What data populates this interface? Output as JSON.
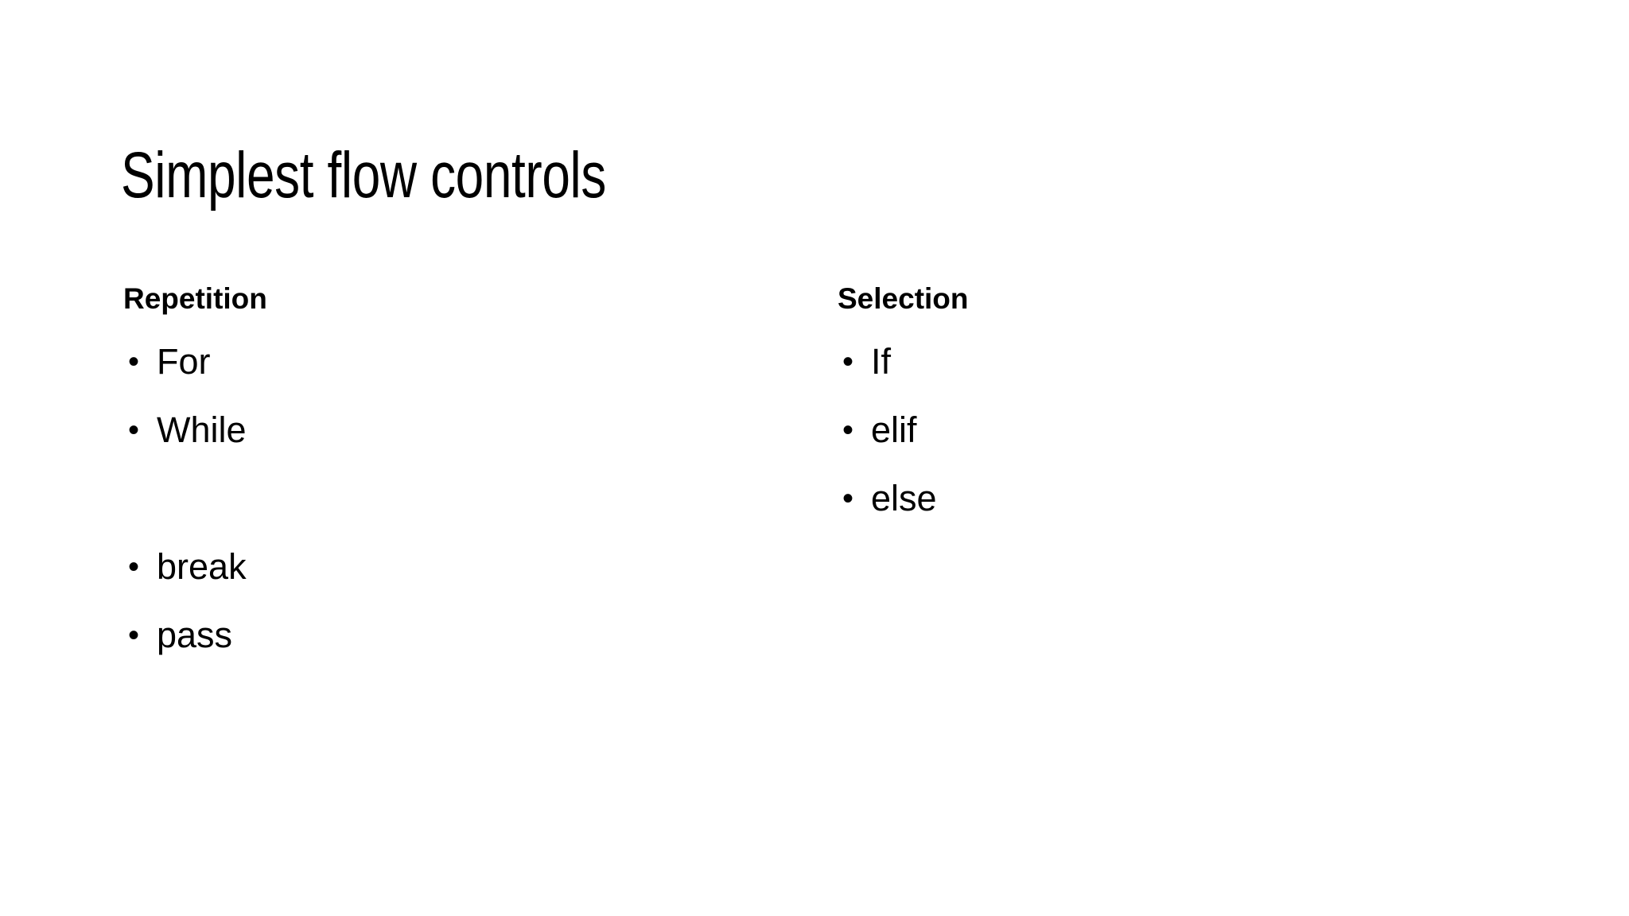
{
  "slide": {
    "title": "Simplest flow controls",
    "background_color": "#ffffff",
    "text_color": "#000000",
    "bullet_glyph": "•"
  },
  "columns": {
    "left": {
      "heading": "Repetition",
      "items": [
        {
          "label": "For",
          "bulleted": true
        },
        {
          "label": "While",
          "bulleted": true
        },
        {
          "label": "",
          "bulleted": false
        },
        {
          "label": "break",
          "bulleted": true
        },
        {
          "label": "pass",
          "bulleted": true
        }
      ]
    },
    "right": {
      "heading": "Selection",
      "items": [
        {
          "label": "If",
          "bulleted": true
        },
        {
          "label": "elif",
          "bulleted": true
        },
        {
          "label": "else",
          "bulleted": true
        }
      ]
    }
  }
}
